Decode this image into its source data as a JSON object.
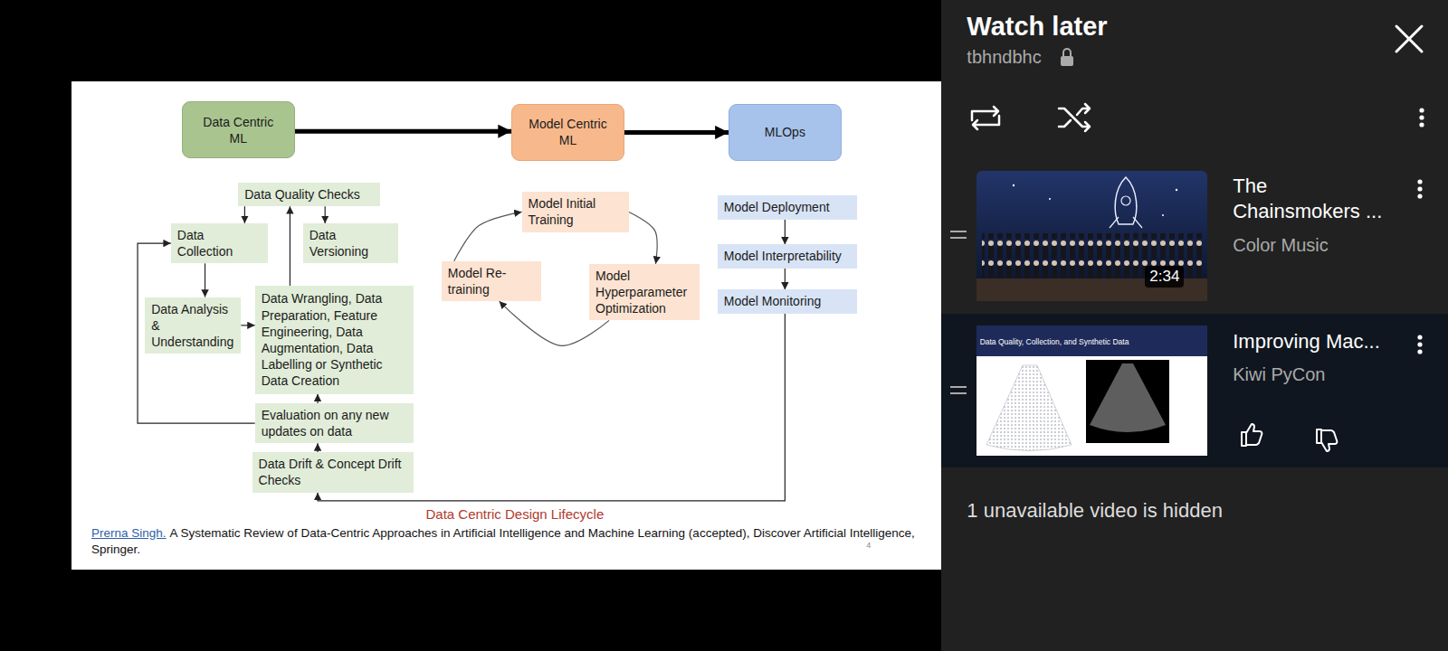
{
  "diagram": {
    "caption": "Data Centric Design Lifecycle",
    "nodes": [
      {
        "text": [
          "Data Centric ML"
        ]
      },
      {
        "text": [
          "Model Centric ML"
        ]
      },
      {
        "text": [
          "MLOps"
        ]
      },
      {
        "text": [
          "Data Quality Checks"
        ]
      },
      {
        "text": [
          "Data Collection"
        ]
      },
      {
        "text": [
          "Data Versioning"
        ]
      },
      {
        "text": [
          "Data Analysis & Understanding"
        ]
      },
      {
        "text": [
          "Data Wrangling, Data Preparation, Feature Engineering, Data Augmentation, Data Labelling or Synthetic Data Creation"
        ]
      },
      {
        "text": [
          "Evaluation on any new updates on data"
        ]
      },
      {
        "text": [
          "Data Drift & Concept Drift Checks"
        ]
      },
      {
        "text": [
          "Model Initial Training"
        ]
      },
      {
        "text": [
          "Model Hyperparameter Optimization"
        ]
      },
      {
        "text": [
          "Model Re-training"
        ]
      },
      {
        "text": [
          "Model Deployment"
        ]
      },
      {
        "text": [
          "Model Interpretability"
        ]
      },
      {
        "text": [
          "Model Monitoring"
        ]
      }
    ],
    "edges": [
      {
        "from": 0,
        "to": 1,
        "arrow": "to"
      },
      {
        "from": 1,
        "to": 2,
        "arrow": "to"
      },
      {
        "from": 3,
        "to": 4,
        "arrow": "to"
      },
      {
        "from": 3,
        "to": 5,
        "arrow": "to"
      },
      {
        "from": 4,
        "to": 6,
        "arrow": "to"
      },
      {
        "from": 6,
        "to": 7,
        "arrow": "to"
      },
      {
        "from": 7,
        "to": 3,
        "arrow": "to"
      },
      {
        "from": 8,
        "to": 7,
        "arrow": "to"
      },
      {
        "from": 9,
        "to": 8,
        "arrow": "to"
      },
      {
        "from": 8,
        "to": 4,
        "arrow": "to"
      },
      {
        "from": 15,
        "to": 9,
        "arrow": "to"
      },
      {
        "from": 12,
        "to": 10,
        "arrow": "to"
      },
      {
        "from": 10,
        "to": 11,
        "arrow": "to"
      },
      {
        "from": 11,
        "to": 12,
        "arrow": "to"
      },
      {
        "from": 13,
        "to": 14,
        "arrow": "to"
      },
      {
        "from": 14,
        "to": 15,
        "arrow": "to"
      }
    ],
    "labels": [
      "Prerna Singh.",
      "A Systematic Review of Data-Centric Approaches in Artificial Intelligence and Machine Learning (accepted), Discover Artificial Intelligence, Springer.",
      "4",
      "Watch later",
      "tbhndbhc",
      "The Chainsmokers ...",
      "2:34",
      "Color Music",
      "Data Quality, Collection, and Synthetic Data",
      "Improving Mac...",
      "Kiwi PyCon",
      "1 unavailable video is hidden"
    ]
  }
}
